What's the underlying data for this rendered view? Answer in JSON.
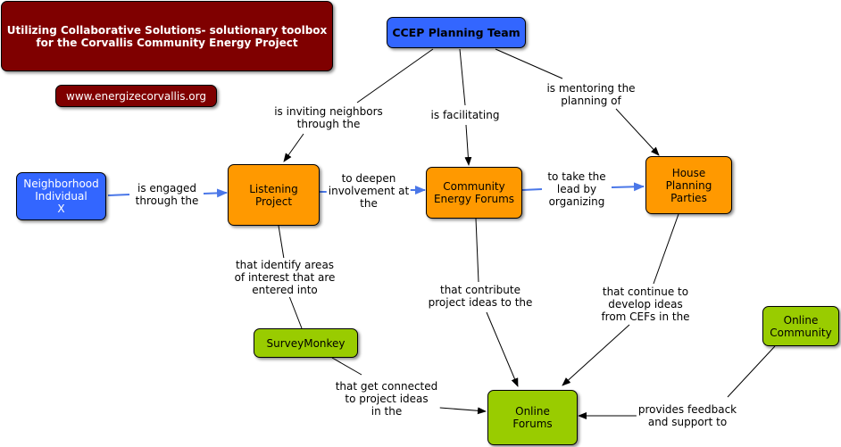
{
  "title": "Utilizing Collaborative Solutions- solutionary toolbox\nfor the Corvallis Community Energy Project",
  "website": "www.energizecorvallis.org",
  "nodes": {
    "ccep": "CCEP Planning Team",
    "neighborhood": "Neighborhood\nIndividual\nX",
    "listening": "Listening\nProject",
    "forums": "Community\nEnergy Forums",
    "house": "House\nPlanning\nParties",
    "survey": "SurveyMonkey",
    "online_forums": "Online\nForums",
    "online_community": "Online\nCommunity"
  },
  "links": {
    "inviting": "is inviting neighbors\nthrough the",
    "facilitating": "is facilitating",
    "mentoring": "is mentoring the\nplanning of",
    "engaged": "is engaged\nthrough the",
    "deepen": "to deepen\ninvolvement at\nthe",
    "take_lead": "to take the\nlead by\norganizing",
    "identify": "that identify areas\nof interest that are\nentered into",
    "contribute": "that contribute\nproject ideas to the",
    "continue": "that continue to\ndevelop ideas\nfrom CEFs in the",
    "connected": "that get connected\nto project ideas\nin the",
    "feedback": "provides feedback\nand support to"
  },
  "colors": {
    "title_bg": "#7f0000",
    "blue": "#3366ff",
    "orange": "#ff9900",
    "green": "#99cc00",
    "arrow_blue": "#4a77e8"
  }
}
